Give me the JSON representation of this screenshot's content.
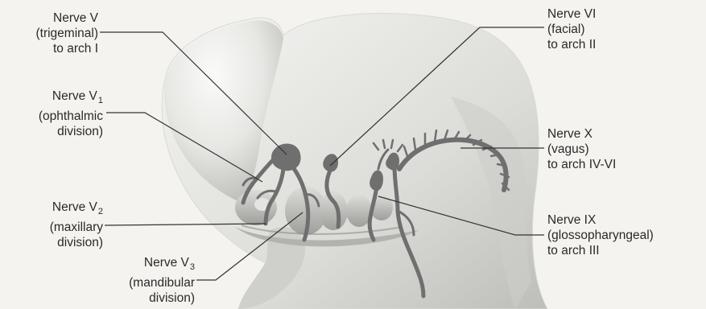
{
  "labels": {
    "nerve_v": {
      "line1": "Nerve V",
      "line2": "(trigeminal)",
      "line3": "to arch I"
    },
    "nerve_v1": {
      "line1": "Nerve V",
      "sub": "1",
      "line2": "(ophthalmic",
      "line3": "division)"
    },
    "nerve_v2": {
      "line1": "Nerve V",
      "sub": "2",
      "line2": "(maxillary",
      "line3": "division)"
    },
    "nerve_v3": {
      "line1": "Nerve V",
      "sub": "3",
      "line2": "(mandibular",
      "line3": "division)"
    },
    "nerve_vi": {
      "line1": "Nerve VI",
      "line2": "(facial)",
      "line3": "to arch II"
    },
    "nerve_x": {
      "line1": "Nerve X",
      "line2": "(vagus)",
      "line3": "to arch IV-VI"
    },
    "nerve_ix": {
      "line1": "Nerve IX",
      "line2": "(glossopharyngeal)",
      "line3": "to arch III"
    }
  },
  "colors": {
    "embryo_light": "#efefed",
    "embryo_shadow": "#b9b9b6",
    "nerve": "#6f6f6f",
    "leader": "#333333"
  }
}
